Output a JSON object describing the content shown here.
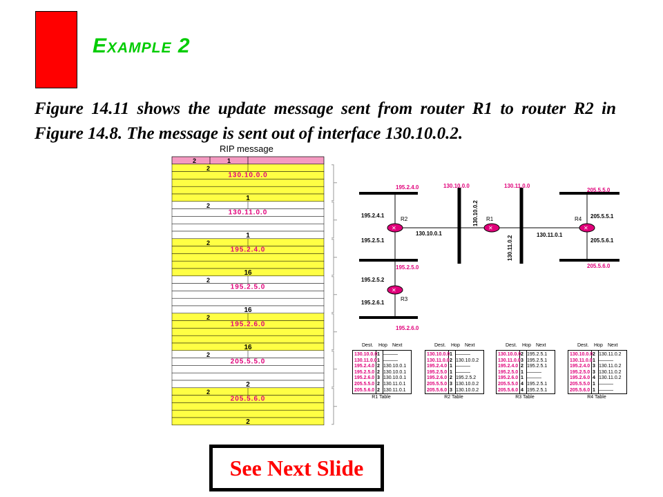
{
  "slide": {
    "title": "Example 2",
    "description": "Figure 14.11 shows the update message sent from router R1 to router R2 in Figure 14.8. The message is sent out of interface 130.10.0.2.",
    "button_label": "See Next Slide"
  },
  "rip_message": {
    "title": "RIP message",
    "header": [
      "2",
      "1"
    ],
    "entries": [
      {
        "family": "2",
        "address": "130.10.0.0",
        "metric": "1"
      },
      {
        "family": "2",
        "address": "130.11.0.0",
        "metric": "1"
      },
      {
        "family": "2",
        "address": "195.2.4.0",
        "metric": "16"
      },
      {
        "family": "2",
        "address": "195.2.5.0",
        "metric": "16"
      },
      {
        "family": "2",
        "address": "195.2.6.0",
        "metric": "16"
      },
      {
        "family": "2",
        "address": "205.5.5.0",
        "metric": "2"
      },
      {
        "family": "2",
        "address": "205.5.6.0",
        "metric": "2"
      }
    ],
    "colors": {
      "header": "#f49ac1",
      "yellow": "#ffff44",
      "address": "#e0007a"
    }
  },
  "network": {
    "nets": {
      "n1": "195.2.4.0",
      "n2": "130.10.0.0",
      "n3": "130.11.0.0",
      "n4": "205.5.5.0",
      "n5": "195.2.5.0",
      "n6": "205.5.6.0",
      "n7": "195.2.6.0"
    },
    "interfaces": {
      "r2a": "195.2.4.1",
      "r2b": "195.2.5.1",
      "r2c": "130.10.0.1",
      "r1a": "130.10.0.2",
      "r1b": "130.11.0.2",
      "r4a": "205.5.5.1",
      "r4b": "205.5.6.1",
      "r4c": "130.11.0.1",
      "r3a": "195.2.5.2",
      "r3b": "195.2.6.1"
    },
    "routers": {
      "r1": "R1",
      "r2": "R2",
      "r3": "R3",
      "r4": "R4"
    }
  },
  "tables": [
    {
      "caption": "R1 Table",
      "dest": [
        "130.10.0.0",
        "130.11.0.0",
        "195.2.4.0",
        "195.2.5.0",
        "195.2.6.0",
        "205.5.5.0",
        "205.5.6.0"
      ],
      "hop": [
        "1",
        "1",
        "2",
        "2",
        "3",
        "2",
        "2"
      ],
      "next": [
        "———",
        "———",
        "130.10.0.1",
        "130.10.0.1",
        "130.10.0.1",
        "130.11.0.1",
        "130.11.0.1"
      ]
    },
    {
      "caption": "R2 Table",
      "dest": [
        "130.10.0.0",
        "130.11.0.0",
        "195.2.4.0",
        "195.2.5.0",
        "195.2.6.0",
        "205.5.5.0",
        "205.5.6.0"
      ],
      "hop": [
        "1",
        "2",
        "1",
        "1",
        "2",
        "3",
        "3"
      ],
      "next": [
        "———",
        "130.10.0.2",
        "———",
        "———",
        "195.2.5.2",
        "130.10.0.2",
        "130.10.0.2"
      ]
    },
    {
      "caption": "R3 Table",
      "dest": [
        "130.10.0.0",
        "130.11.0.0",
        "195.2.4.0",
        "195.2.5.0",
        "195.2.6.0",
        "205.5.5.0",
        "205.5.6.0"
      ],
      "hop": [
        "2",
        "3",
        "2",
        "1",
        "1",
        "4",
        "4"
      ],
      "next": [
        "195.2.5.1",
        "195.2.5.1",
        "195.2.5.1",
        "———",
        "———",
        "195.2.5.1",
        "195.2.5.1"
      ]
    },
    {
      "caption": "R4 Table",
      "dest": [
        "130.10.0.0",
        "130.11.0.0",
        "195.2.4.0",
        "195.2.5.0",
        "195.2.6.0",
        "205.5.5.0",
        "205.5.6.0"
      ],
      "hop": [
        "2",
        "1",
        "3",
        "3",
        "4",
        "1",
        "1"
      ],
      "next": [
        "130.11.0.2",
        "———",
        "130.11.0.2",
        "130.11.0.2",
        "130.11.0.2",
        "———",
        "———"
      ]
    }
  ],
  "table_headers": {
    "dest": "Dest.",
    "hop": "Hop",
    "next": "Next"
  }
}
